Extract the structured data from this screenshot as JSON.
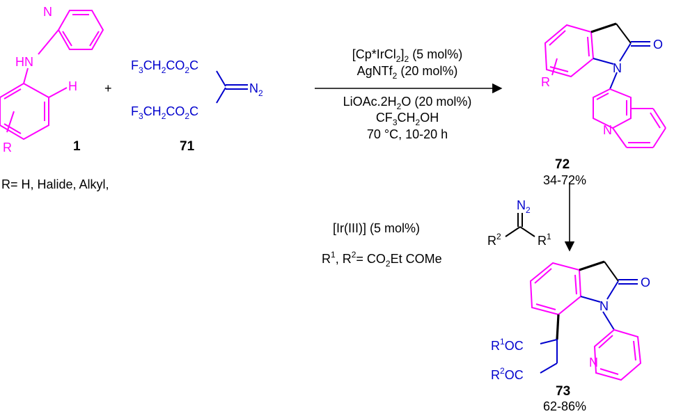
{
  "colors": {
    "magenta": "#ff00ff",
    "blue": "#0000cd",
    "black": "#000000"
  },
  "reagents": {
    "plus": "+",
    "r_definition": "R= H, Halide, Alkyl,"
  },
  "compound_1": {
    "number": "1",
    "nh": "HN",
    "h": "H",
    "r": "R",
    "n_ring": "N"
  },
  "compound_71": {
    "number": "71",
    "ester_top_a": "F",
    "ester_top_b": "3",
    "ester_top_c": "CH",
    "ester_top_d": "2",
    "ester_top_e": "CO",
    "ester_top_f": "2",
    "ester_top_g": "C",
    "diazo_a": "N",
    "diazo_b": "2",
    "ester_bot_a": "F",
    "ester_bot_b": "3",
    "ester_bot_c": "CH",
    "ester_bot_d": "2",
    "ester_bot_e": "CO",
    "ester_bot_f": "2",
    "ester_bot_g": "C"
  },
  "conditions_1": {
    "catalyst_a": "[Cp*IrCl",
    "catalyst_b": "2",
    "catalyst_c": "]",
    "catalyst_d": "2",
    "catalyst_e": " (5 mol%)",
    "additive_a": "AgNTf",
    "additive_b": "2",
    "additive_c": " (20 mol%)",
    "base_a": "LiOAc.2H",
    "base_b": "2",
    "base_c": "O (20 mol%)",
    "solvent_a": "CF",
    "solvent_b": "3",
    "solvent_c": "CH",
    "solvent_d": "2",
    "solvent_e": "OH",
    "temp": "70 °C, 10-20 h"
  },
  "compound_72": {
    "number": "72",
    "yield": "34-72%",
    "o": "O",
    "n1": "N",
    "n_py": "N",
    "r": "R"
  },
  "conditions_2": {
    "catalyst": "[Ir(III)] (5 mol%)",
    "r_a": "R",
    "r_b": "1",
    "r_c": ", R",
    "r_d": "2",
    "r_e": "= CO",
    "r_f": "2",
    "r_g": "Et COMe",
    "diazo_n": "N",
    "diazo_2": "2",
    "diazo_r2": "R",
    "diazo_r2_sup": "2",
    "diazo_r1": "R",
    "diazo_r1_sup": "1"
  },
  "compound_73": {
    "number": "73",
    "yield": "62-86%",
    "o": "O",
    "n1": "N",
    "n_py": "N",
    "r1oc_a": "R",
    "r1oc_b": "1",
    "r1oc_c": "OC",
    "r2oc_a": "R",
    "r2oc_b": "2",
    "r2oc_c": "OC"
  }
}
